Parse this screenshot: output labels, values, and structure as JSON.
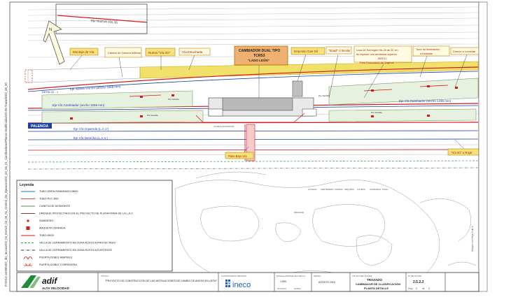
{
  "drawing": {
    "side_path": "P:\\2014-14008\\402_dlo_tecnico\\02_03_Esc\\02_03_06_01_Control_De_Ejecucion\\02_03_06_01_Cambiadores\\Planos Modificados\\02-05-Trazado\\02_05_00",
    "track_labels": {
      "eje_nueva_via_3g_top": "Eje NUEVA VÍA 3G",
      "detalle": "DETALLE - 1",
      "eje_nueva_via_3g": "Eje Nueva Vía 3G (ancho 1668 mm)",
      "eje_via_cambiador": "Eje Vía Cambiador (ancho 1668 mm)",
      "eje_via_cambiador_right": "Eje Vía Cambiador (ancho 1435 mm)",
      "palencia": "PALENCIA",
      "eje_via_izquierda": "Eje Vía Izquierda (L.A.V.)",
      "eje_via_derecha": "Eje Vía Derecha (L.A.V.)",
      "pie_variable_1": "Pie Variable",
      "pie_variable_2": "Pie Variable",
      "pie_variable_3": "Pie Variable",
      "pie_variable_4": "Pie Variable"
    },
    "callouts": {
      "montaje_via": "Montaje de Vía",
      "camino_zahorra": "Camino de Zahorra Artificial",
      "nueva_via_3g": "Nueva \"Vía 3G\"",
      "via_estuchada": "Vía Estuchada",
      "cambiador_line1": "CAMBIADOR DUAL TIPO",
      "cambiador_line2": "TCRS3",
      "cambiador_line3": "\"LADO LEÓN\"",
      "deposito_gasoil": "Depósito Gas-Oil",
      "stradl": "\"Stradl\" ó Similar",
      "losa_line1": "Losa de Hormigón HA-25 de 20 cm",
      "losa_line2": "de espesor con armadura superior",
      "losa_line3": "Ø20/12",
      "evacuacion": "Para Evacuación de Viajeros",
      "torre_line1": "Torre de iluminación",
      "torre_line2": "a trasladar",
      "desvio": "Desvío a Levantar",
      "paso_bajo_via": "Paso Bajo Vía",
      "via_3g_rojar": "\"Vía 3G\" a Rojar"
    },
    "north_arrow": "N",
    "small_labels": {
      "s1": "ACCESO",
      "s2": "VERTEDERO",
      "s3": "CAMINO",
      "s4": "ARQUETA",
      "s5": "CUNETA",
      "s6": "SUMIDERO",
      "s7": "POZO",
      "s8": "CUNETA EXISTENTE",
      "s9": "DRENAJE"
    },
    "side_note": "Sólape con Hoja 2 de 2"
  },
  "legend": {
    "title": "Leyenda",
    "items": [
      {
        "label": "TUBO DREN RANURADO Ø600",
        "color": "#2a6fd6",
        "symbol": "line"
      },
      {
        "label": "TUBO PVC Ø90",
        "color": "#e74c3c",
        "symbol": "line"
      },
      {
        "label": "CUNETA DE DESMONTE",
        "color": "#3d9a3d",
        "symbol": "line"
      },
      {
        "label": "DRENAJE PROYECTADO EN EL PROYECTO DE PLATAFORMA DE LA L.A.V.",
        "color": "#7a3b2e",
        "symbol": "line"
      },
      {
        "label": "SUMIDERO",
        "color": "#d11a1a",
        "symbol": "square"
      },
      {
        "label": "ARQUETA CERRADA",
        "color": "#d11a1a",
        "symbol": "square-big"
      },
      {
        "label": "TUBO Ø400",
        "color": "#d11a1a",
        "symbol": "line"
      },
      {
        "label": "VALLA DE CERRAMIENTO EN ZONA RÚSTICA PROYECTADO",
        "color": "#3d9a3d",
        "symbol": "dashed"
      },
      {
        "label": "VALLA DE CERRAMIENTO EN ZONA RÚSTICA EXISTENTE",
        "color": "#333333",
        "symbol": "dashdot"
      },
      {
        "label": "PUERTA DOBLE ABATIBLE",
        "color": "#d11a1a",
        "symbol": "gate"
      },
      {
        "label": "PUERTA DOBLE CORREDERA",
        "color": "#d11a1a",
        "symbol": "gate2"
      }
    ]
  },
  "title_block": {
    "logo_adif": "adif",
    "logo_adif_sub": "ALTA VELOCIDAD",
    "titulo_label": "TÍTULO:",
    "titulo": "\"PROYECTO DE CONSTRUCCIÓN DE LAS INSTALACIONES DE CAMBIO DE ANCHO EN LEÓN\"",
    "asistencia_label": "LA ASISTENCIA TÉCNICA:",
    "logo_ineco": "ineco",
    "escala_label": "ESCALA ORIGINAL EN UNE A-3",
    "escala_value": "1:500",
    "escala_sub1": "Numérica",
    "escala_sub2": "Gráfica",
    "fecha_label": "FECHA:",
    "fecha_value": "AGOSTO 2016",
    "titulo_plano_label": "TÍTULO DEL PLANO:",
    "titulo_plano_line1": "TRAZADO",
    "titulo_plano_line2": "CAMBIADOR DE CLASIFICACIÓN",
    "titulo_plano_line3": "PLANTA DETALLE",
    "numero_label": "Nº DE PLANO",
    "numero_value": "2.5.2.3",
    "hoja_label": "Hoja",
    "hoja_value": "1",
    "de_label": "de",
    "de_value": "2"
  },
  "colors": {
    "callout_fill": "#f4e27a",
    "callout_fill_main": "#f0b070",
    "callout_border": "#b8860b",
    "track_red": "#d11a1a",
    "track_blue": "#1c3fa6",
    "ineco_blue": "#1f63b6",
    "adif_green": "#1e8a3c"
  }
}
